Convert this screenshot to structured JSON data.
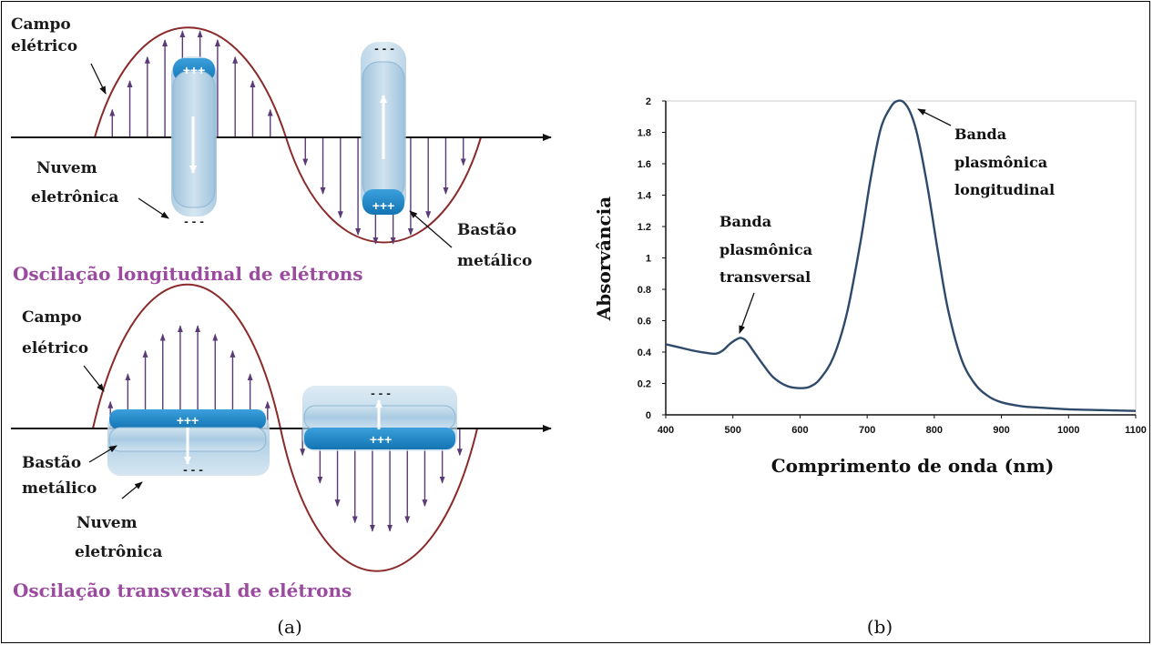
{
  "panel_a": {
    "top": {
      "field_label_1": "Campo",
      "field_label_2": "elétrico",
      "cloud_label_1": "Nuvem",
      "cloud_label_2": "eletrônica",
      "rod_label_1": "Bastão",
      "rod_label_2": "metálico",
      "caption": "Oscilação longitudinal de elétrons",
      "rod1_pos": "+++",
      "rod1_neg": "- - -",
      "rod2_pos": "+++",
      "rod2_neg": "- - -"
    },
    "bottom": {
      "field_label_1": "Campo",
      "field_label_2": "elétrico",
      "rod_label_1": "Bastão",
      "rod_label_2": "metálico",
      "cloud_label_1": "Nuvem",
      "cloud_label_2": "eletrônica",
      "caption": "Oscilação transversal de elétrons",
      "rod1_pos": "+++",
      "rod1_neg": "- - -",
      "rod2_pos": "+++",
      "rod2_neg": "- - -"
    },
    "panel_label": "(a)"
  },
  "panel_b": {
    "panel_label": "(b)",
    "ann_trans_1": "Banda",
    "ann_trans_2": "plasmônica",
    "ann_trans_3": "transversal",
    "ann_long_1": "Banda",
    "ann_long_2": "plasmônica",
    "ann_long_3": "longitudinal"
  },
  "chart_data": {
    "type": "line",
    "xlabel": "Comprimento de onda (nm)",
    "ylabel": "Absorvância",
    "xlim": [
      400,
      1100
    ],
    "ylim": [
      0,
      2
    ],
    "xticks": [
      400,
      500,
      600,
      700,
      800,
      900,
      1000,
      1100
    ],
    "yticks": [
      0,
      0.2,
      0.4,
      0.6,
      0.8,
      1,
      1.2,
      1.4,
      1.6,
      1.8,
      2
    ],
    "grid": false,
    "color": "#2e4a6b",
    "series": [
      {
        "x": [
          400,
          420,
          440,
          460,
          475,
          485,
          495,
          505,
          512,
          520,
          530,
          545,
          560,
          580,
          600,
          615,
          630,
          650,
          670,
          690,
          705,
          720,
          735,
          745,
          755,
          765,
          775,
          790,
          805,
          820,
          840,
          860,
          880,
          900,
          930,
          960,
          1000,
          1050,
          1100
        ],
        "y": [
          0.45,
          0.43,
          0.41,
          0.395,
          0.39,
          0.41,
          0.45,
          0.48,
          0.49,
          0.47,
          0.41,
          0.32,
          0.24,
          0.185,
          0.17,
          0.18,
          0.23,
          0.37,
          0.65,
          1.1,
          1.5,
          1.82,
          1.96,
          2.0,
          1.99,
          1.92,
          1.78,
          1.45,
          1.05,
          0.68,
          0.36,
          0.2,
          0.12,
          0.08,
          0.055,
          0.045,
          0.035,
          0.03,
          0.025
        ]
      }
    ]
  }
}
